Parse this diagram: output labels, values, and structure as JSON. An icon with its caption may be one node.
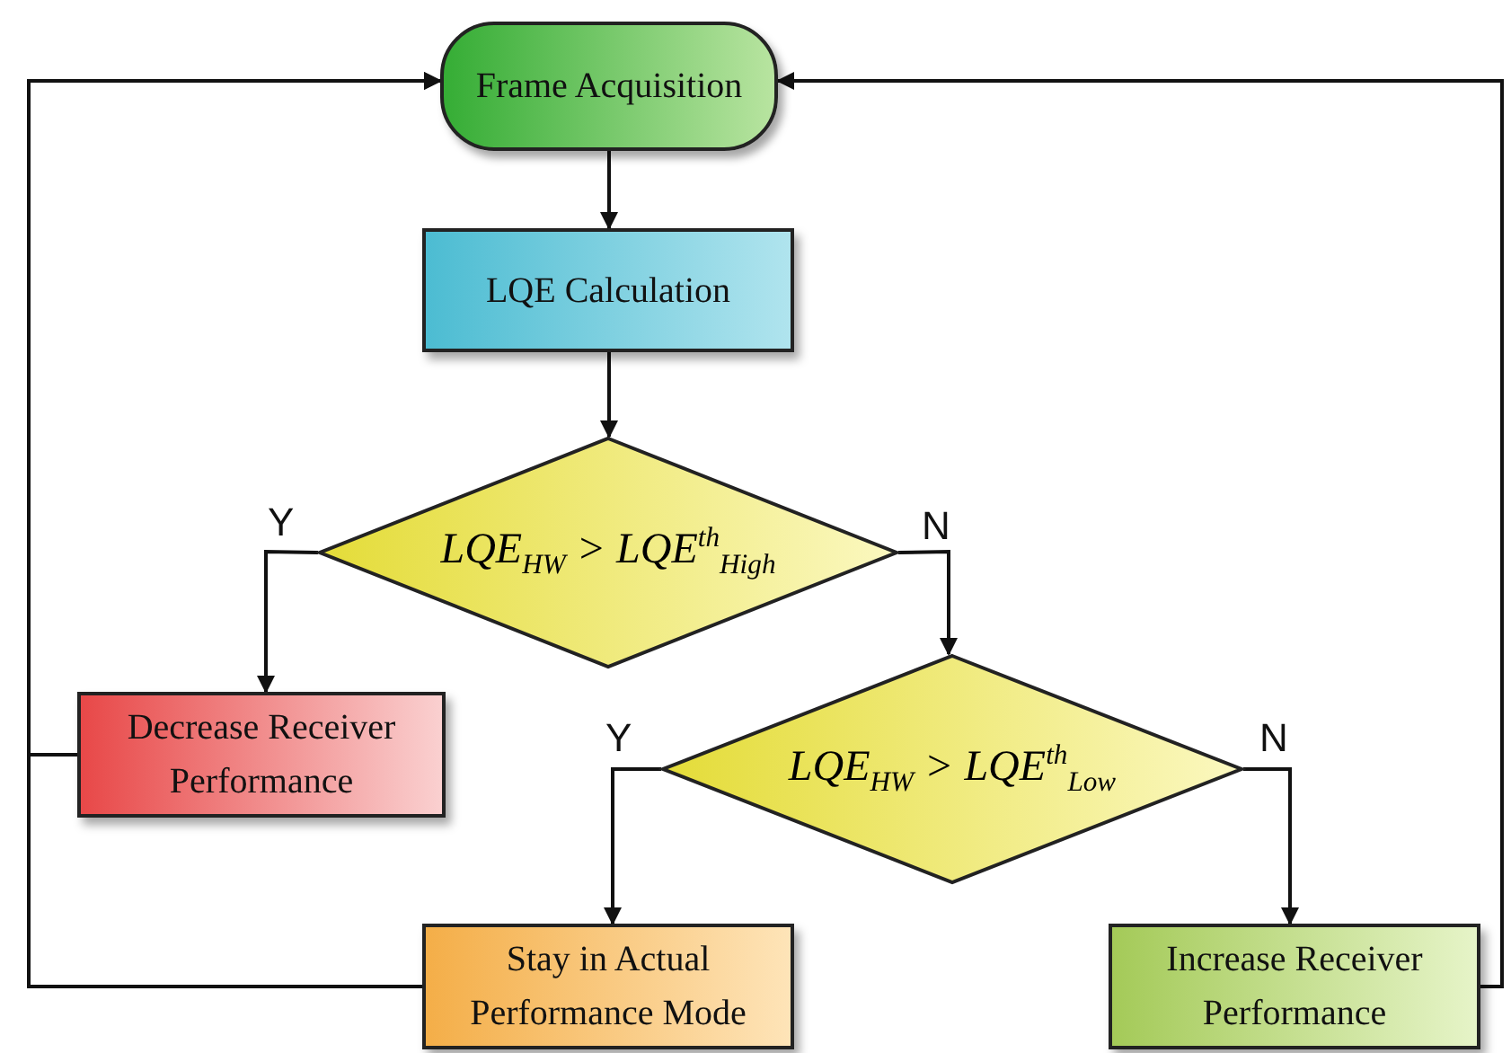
{
  "diagram": {
    "nodes": [
      {
        "text": [
          "Frame Acquisition"
        ]
      },
      {
        "text": [
          "LQE Calculation"
        ]
      },
      {
        "text": [
          "LQE$_{HW}$ > LQE$^{th}$$_{High}$"
        ]
      },
      {
        "text": [
          "Decrease Receiver Performance"
        ]
      },
      {
        "text": [
          "LQE$_{HW}$ > LQE$^{th}$$_{Low}$"
        ]
      },
      {
        "text": [
          "Stay in Actual Performance Mode"
        ]
      },
      {
        "text": [
          "Increase Receiver Performance"
        ]
      }
    ],
    "edges": [
      {
        "from": 0,
        "to": 1,
        "arrow": "to"
      },
      {
        "from": 1,
        "to": 2,
        "arrow": "to"
      },
      {
        "from": 2,
        "to": 3,
        "arrow": "to",
        "label": "Y"
      },
      {
        "from": 2,
        "to": 4,
        "arrow": "to",
        "label": "N"
      },
      {
        "from": 4,
        "to": 5,
        "arrow": "to",
        "label": "Y"
      },
      {
        "from": 4,
        "to": 6,
        "arrow": "to",
        "label": "N"
      },
      {
        "from": 3,
        "to": 0,
        "arrow": "to"
      },
      {
        "from": 5,
        "to": 0,
        "arrow": "to"
      },
      {
        "from": 6,
        "to": 0,
        "arrow": "to"
      }
    ]
  }
}
